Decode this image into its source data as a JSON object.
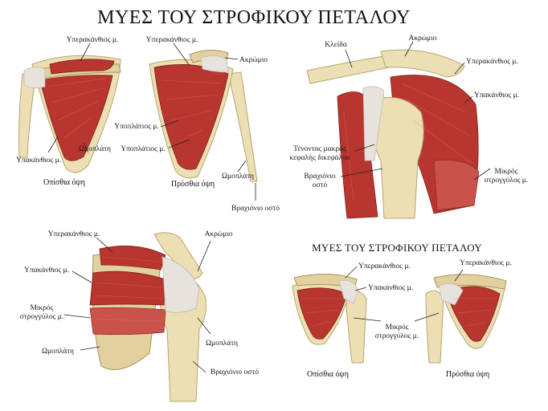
{
  "title": "ΜΥΕΣ ΤΟΥ ΣΤΡΟΦΙΚΟΥ ΠΕΤΑΛΟΥ",
  "subtitle": "ΜΥΕΣ ΤΟΥ ΣΤΡΟΦΙΚΟΥ ΠΕΤΑΛΟΥ",
  "panel_a": {
    "supraspinatus": "Υπερακάνθιος μ.",
    "infraspinatus": "Υπακάνθιος μ.",
    "scapula": "Ωμοπλάτη",
    "caption": "Οπίσθια όψη"
  },
  "panel_b": {
    "supraspinatus": "Υπερακάνθιος μ.",
    "acromion": "Ακρώμιο",
    "subscapularis_1": "Υποπλάτιος μ.",
    "subscapularis_2": "Υποπλάτιος μ.",
    "scapula": "Ωμοπλάτη",
    "humerus": "Βραχιόνιο οστό",
    "caption": "Πρόσθια όψη"
  },
  "panel_c": {
    "clavicle": "Κλείδα",
    "acromion": "Ακρώμιο",
    "supraspinatus": "Υπερακάνθιος μ.",
    "infraspinatus": "Υπακάνθιος μ.",
    "biceps_tendon_1": "Τένοντας μακράς",
    "biceps_tendon_2": "κεφαλής δικεφάλου",
    "humerus_1": "Βραχιόνιο",
    "humerus_2": "οστό",
    "teres_minor_1": "Μικρός",
    "teres_minor_2": "στρογγύλος μ."
  },
  "panel_d": {
    "supraspinatus": "Υπερακάνθιος μ.",
    "acromion": "Ακρώμιο",
    "infraspinatus": "Υπακάνθιος μ.",
    "teres_minor_1": "Μικρός",
    "teres_minor_2": "στρογγύλος μ.",
    "scapula_left": "Ωμοπλάτη",
    "scapula_right": "Ωμοπλάτη",
    "humerus": "Βραχιόνιο οστό"
  },
  "panel_e": {
    "supraspinatus_left": "Υπερακάνθιος μ.",
    "infraspinatus": "Υπακάνθιος μ.",
    "supraspinatus_right": "Υπερακάνθιος μ.",
    "teres_minor_1": "Μικρός",
    "teres_minor_2": "στρογγύλος μ.",
    "caption_left": "Οπίσθια όψη",
    "caption_right": "Πρόσθια όψη"
  }
}
